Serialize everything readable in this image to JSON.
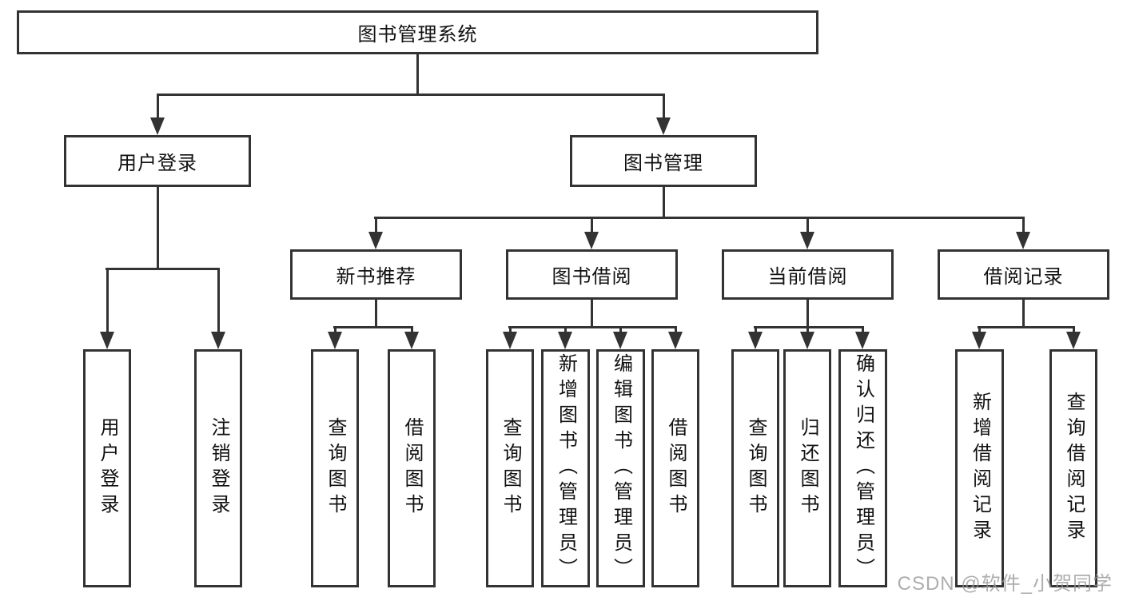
{
  "root": {
    "label": "图书管理系统"
  },
  "level2": [
    {
      "label": "用户登录"
    },
    {
      "label": "图书管理"
    }
  ],
  "level3": [
    {
      "label": "新书推荐",
      "parent": "图书管理"
    },
    {
      "label": "图书借阅",
      "parent": "图书管理"
    },
    {
      "label": "当前借阅",
      "parent": "图书管理"
    },
    {
      "label": "借阅记录",
      "parent": "图书管理"
    }
  ],
  "leaves": [
    {
      "label": "用户登录",
      "parent": "用户登录"
    },
    {
      "label": "注销登录",
      "parent": "用户登录"
    },
    {
      "label": "查询图书",
      "parent": "新书推荐"
    },
    {
      "label": "借阅图书",
      "parent": "新书推荐"
    },
    {
      "label": "查询图书",
      "parent": "图书借阅"
    },
    {
      "label": "新增图书（管理员）",
      "parent": "图书借阅"
    },
    {
      "label": "编辑图书（管理员）",
      "parent": "图书借阅"
    },
    {
      "label": "借阅图书",
      "parent": "图书借阅"
    },
    {
      "label": "查询图书",
      "parent": "当前借阅"
    },
    {
      "label": "归还图书",
      "parent": "当前借阅"
    },
    {
      "label": "确认归还（管理员）",
      "parent": "当前借阅"
    },
    {
      "label": "新增借阅记录",
      "parent": "借阅记录"
    },
    {
      "label": "查询借阅记录",
      "parent": "借阅记录"
    }
  ],
  "watermark": "CSDN @软件_小贺同学",
  "colors": {
    "line": "#333333",
    "text": "#111111",
    "watermark": "#969696",
    "background": "#ffffff"
  }
}
